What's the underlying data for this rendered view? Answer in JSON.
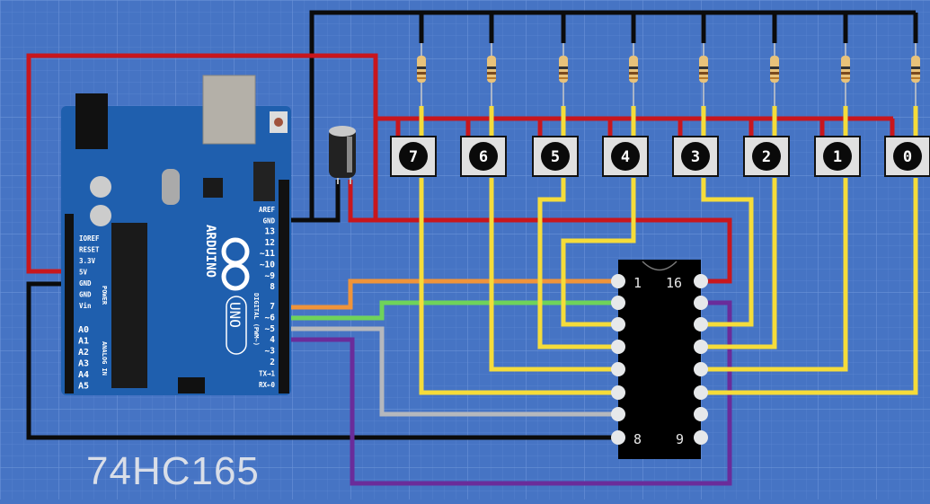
{
  "title": "74HC165",
  "colors": {
    "background": "#4674c4",
    "vcc_wire": "#c8161d",
    "gnd_wire": "#0b0b0b",
    "button_wire": "#f5dc3a",
    "pin7_wire": "#f0943a",
    "pin6_wire": "#6fd35a",
    "pin5_wire": "#b5b8bd",
    "pin4_wire": "#6a2c9a",
    "board": "#1f5fae",
    "chip": "#000000"
  },
  "arduino": {
    "brand": "ARDUINO",
    "model": "UNO",
    "power_label": "POWER",
    "analog_label": "ANALOG IN",
    "digital_label": "DIGITAL (PWM~)",
    "power_pins": [
      "IOREF",
      "RESET",
      "3.3V",
      "5V",
      "GND",
      "GND",
      "Vin"
    ],
    "analog_pins": [
      "A0",
      "A1",
      "A2",
      "A3",
      "A4",
      "A5"
    ],
    "digital_pins_top": [
      "AREF",
      "GND",
      "13",
      "12",
      "~11",
      "~10",
      "~9",
      "8"
    ],
    "digital_pins_bottom": [
      "7",
      "~6",
      "~5",
      "4",
      "~3",
      "2",
      "TX→1",
      "RX←0"
    ]
  },
  "buttons": [
    "7",
    "6",
    "5",
    "4",
    "3",
    "2",
    "1",
    "0"
  ],
  "chip": {
    "pin_labels": {
      "p1": "1",
      "p8": "8",
      "p9": "9",
      "p16": "16"
    }
  }
}
